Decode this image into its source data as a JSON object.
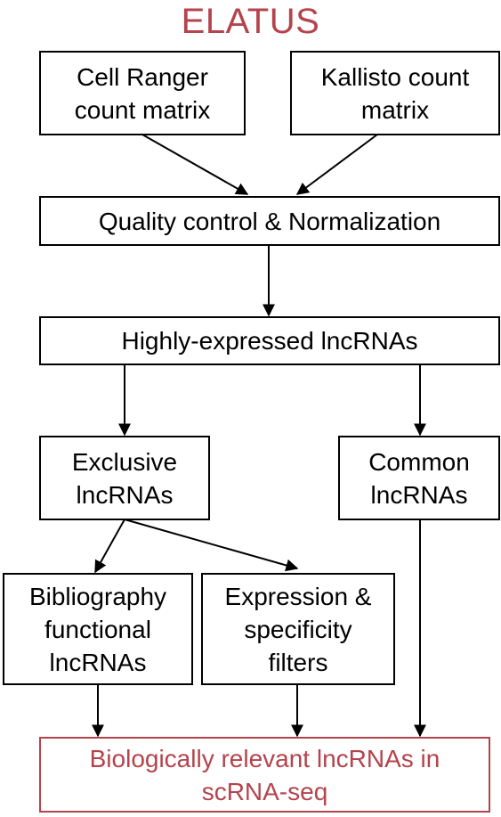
{
  "title": "ELATUS",
  "colors": {
    "accent": "#b5434c",
    "stroke": "#000000",
    "background": "#ffffff"
  },
  "boxes": {
    "cellranger": "Cell Ranger\ncount matrix",
    "kallisto": "Kallisto count\nmatrix",
    "qc": "Quality control & Normalization",
    "highly": "Highly-expressed lncRNAs",
    "exclusive": "Exclusive\nlncRNAs",
    "common": "Common\nlncRNAs",
    "biblio": "Bibliography\nfunctional\nlncRNAs",
    "expression": "Expression &\nspecificity\nfilters",
    "output": "Biologically relevant lncRNAs in\nscRNA-seq"
  }
}
